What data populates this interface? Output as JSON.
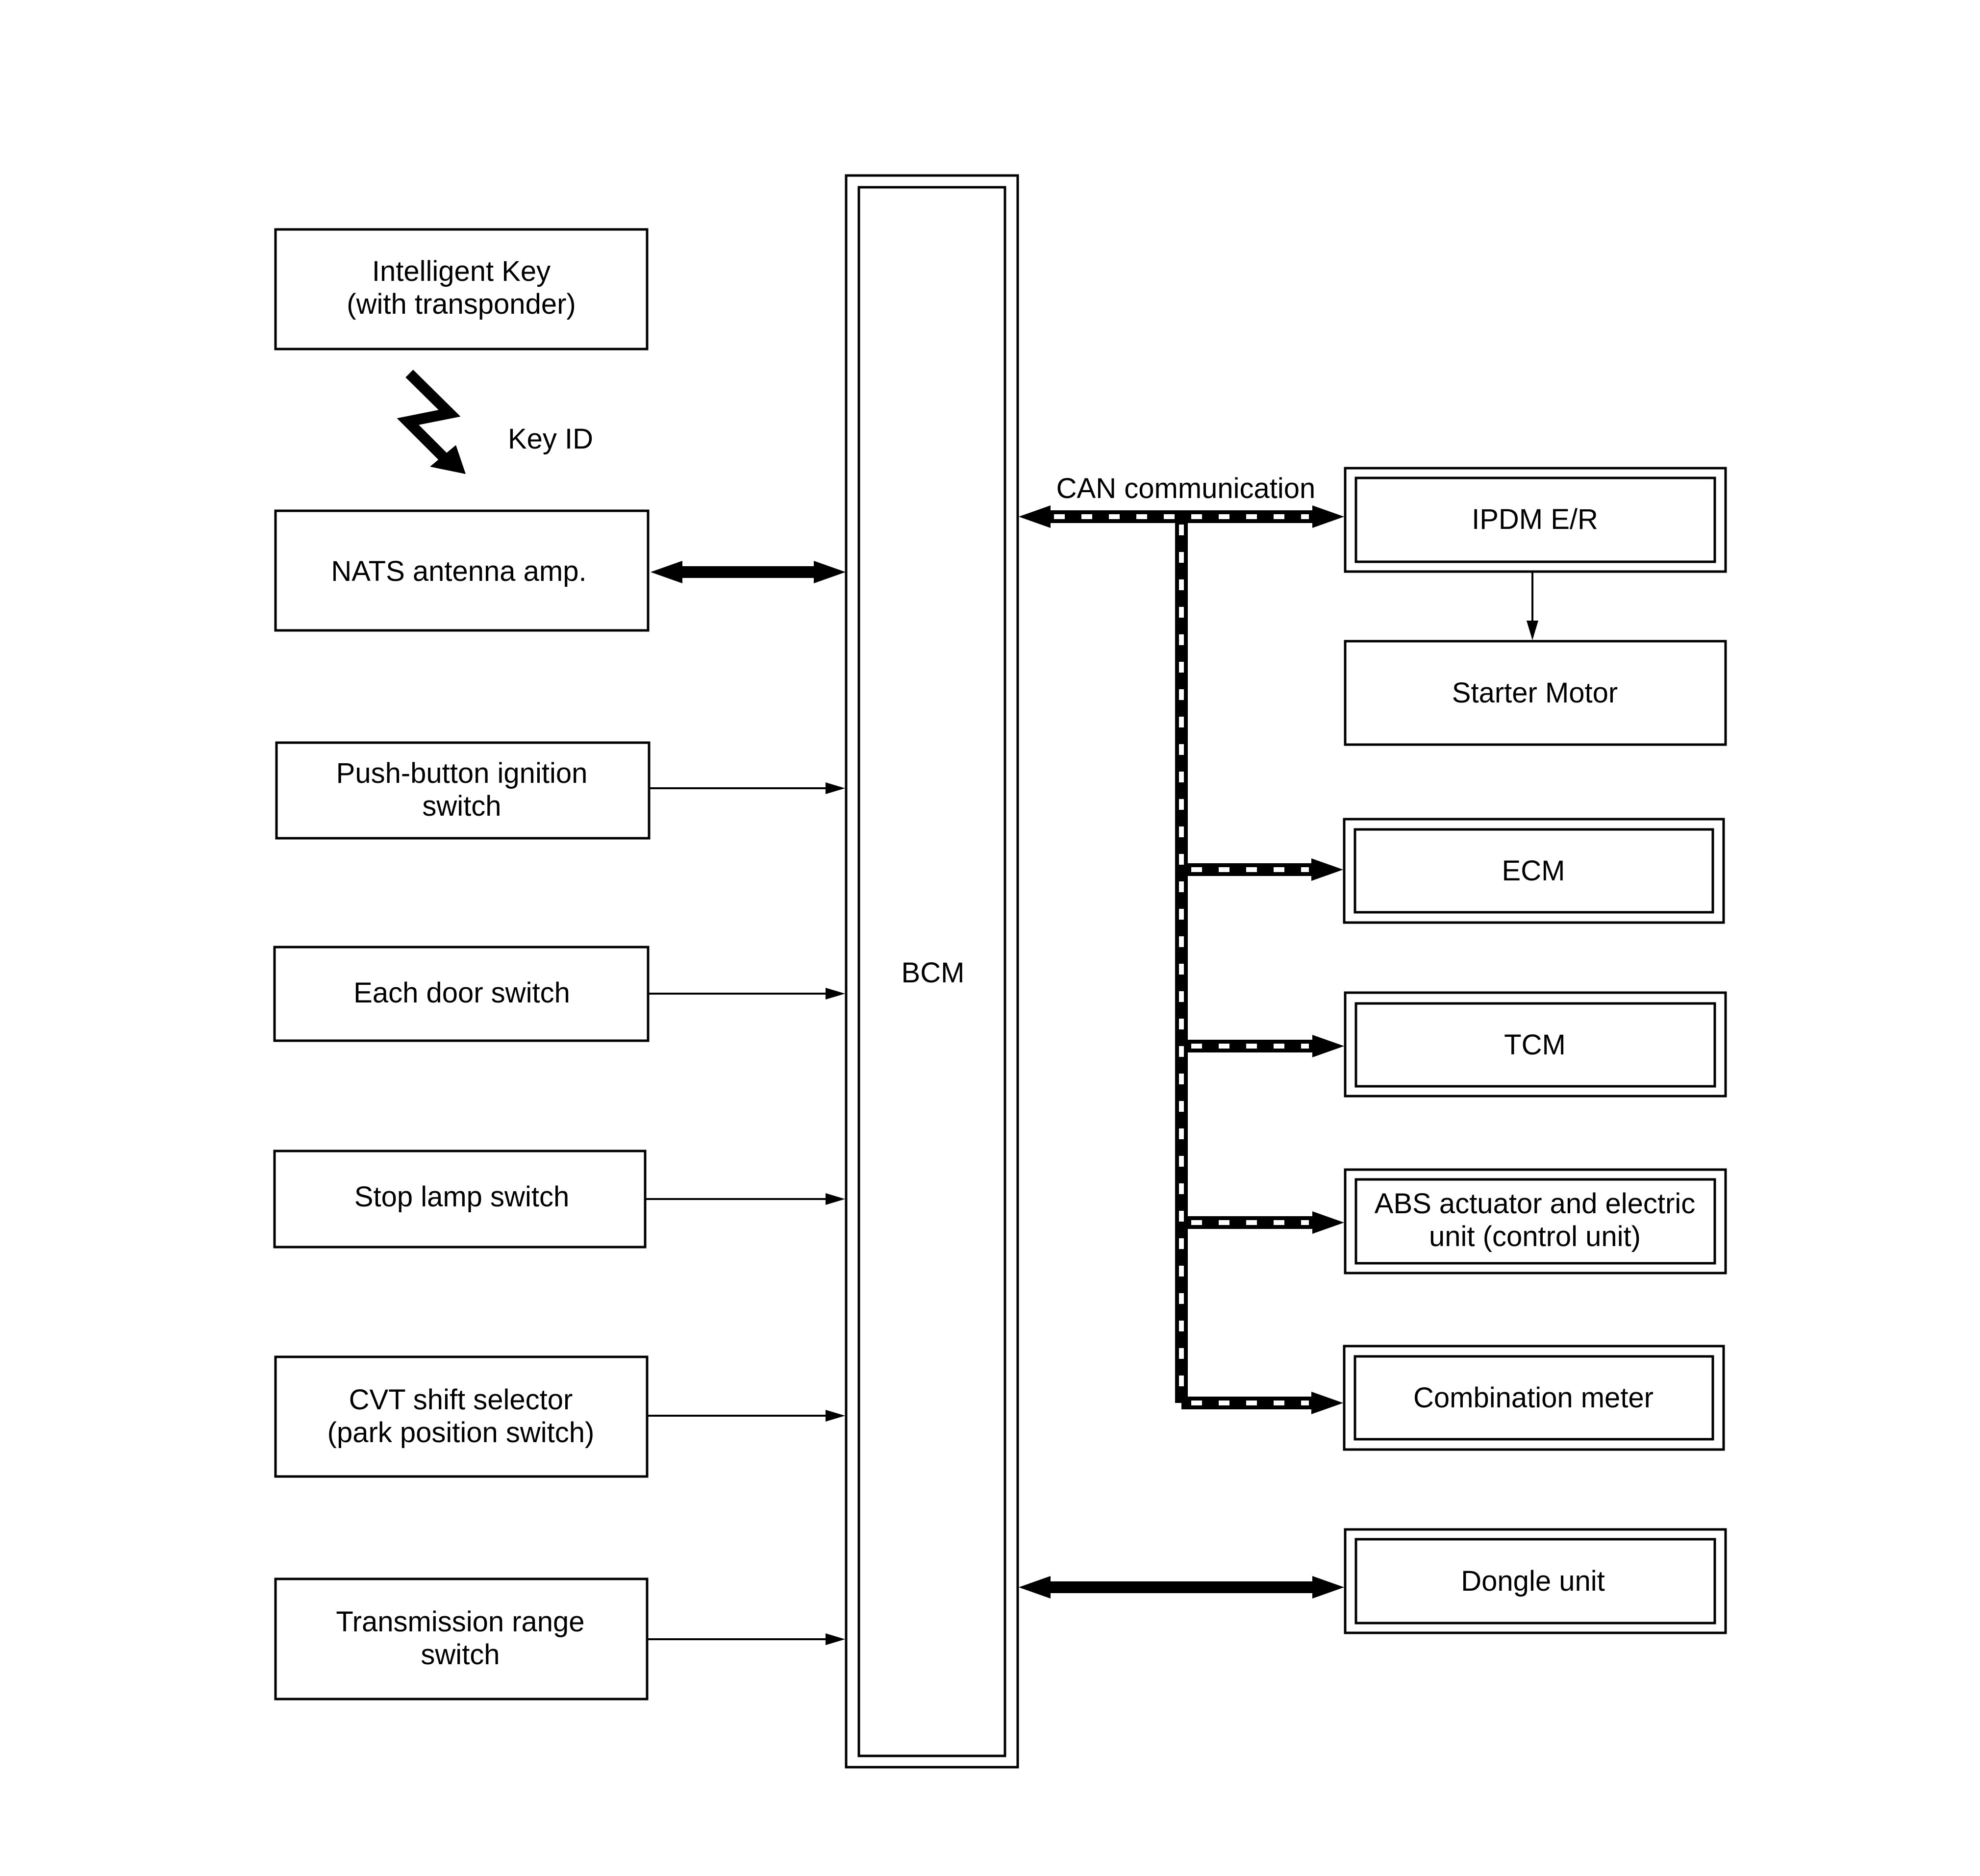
{
  "blocks": {
    "intelligent_key": {
      "line1": "Intelligent Key",
      "line2": "(with transponder)"
    },
    "nats_antenna": "NATS antenna amp.",
    "push_button": {
      "line1": "Push-button ignition",
      "line2": "switch"
    },
    "door_switch": "Each door switch",
    "stop_lamp": "Stop lamp switch",
    "cvt_selector": {
      "line1": "CVT shift selector",
      "line2": "(park position switch)"
    },
    "trans_range": {
      "line1": "Transmission range",
      "line2": "switch"
    },
    "bcm": "BCM",
    "ipdm": "IPDM E/R",
    "starter": "Starter Motor",
    "ecm": "ECM",
    "tcm": "TCM",
    "abs": {
      "line1": "ABS actuator and electric",
      "line2": "unit (control unit)"
    },
    "combination_meter": "Combination meter",
    "dongle": "Dongle unit"
  },
  "labels": {
    "key_id": "Key ID",
    "can_communication": "CAN communication"
  },
  "colors": {
    "line": "#000000",
    "background": "#ffffff"
  }
}
